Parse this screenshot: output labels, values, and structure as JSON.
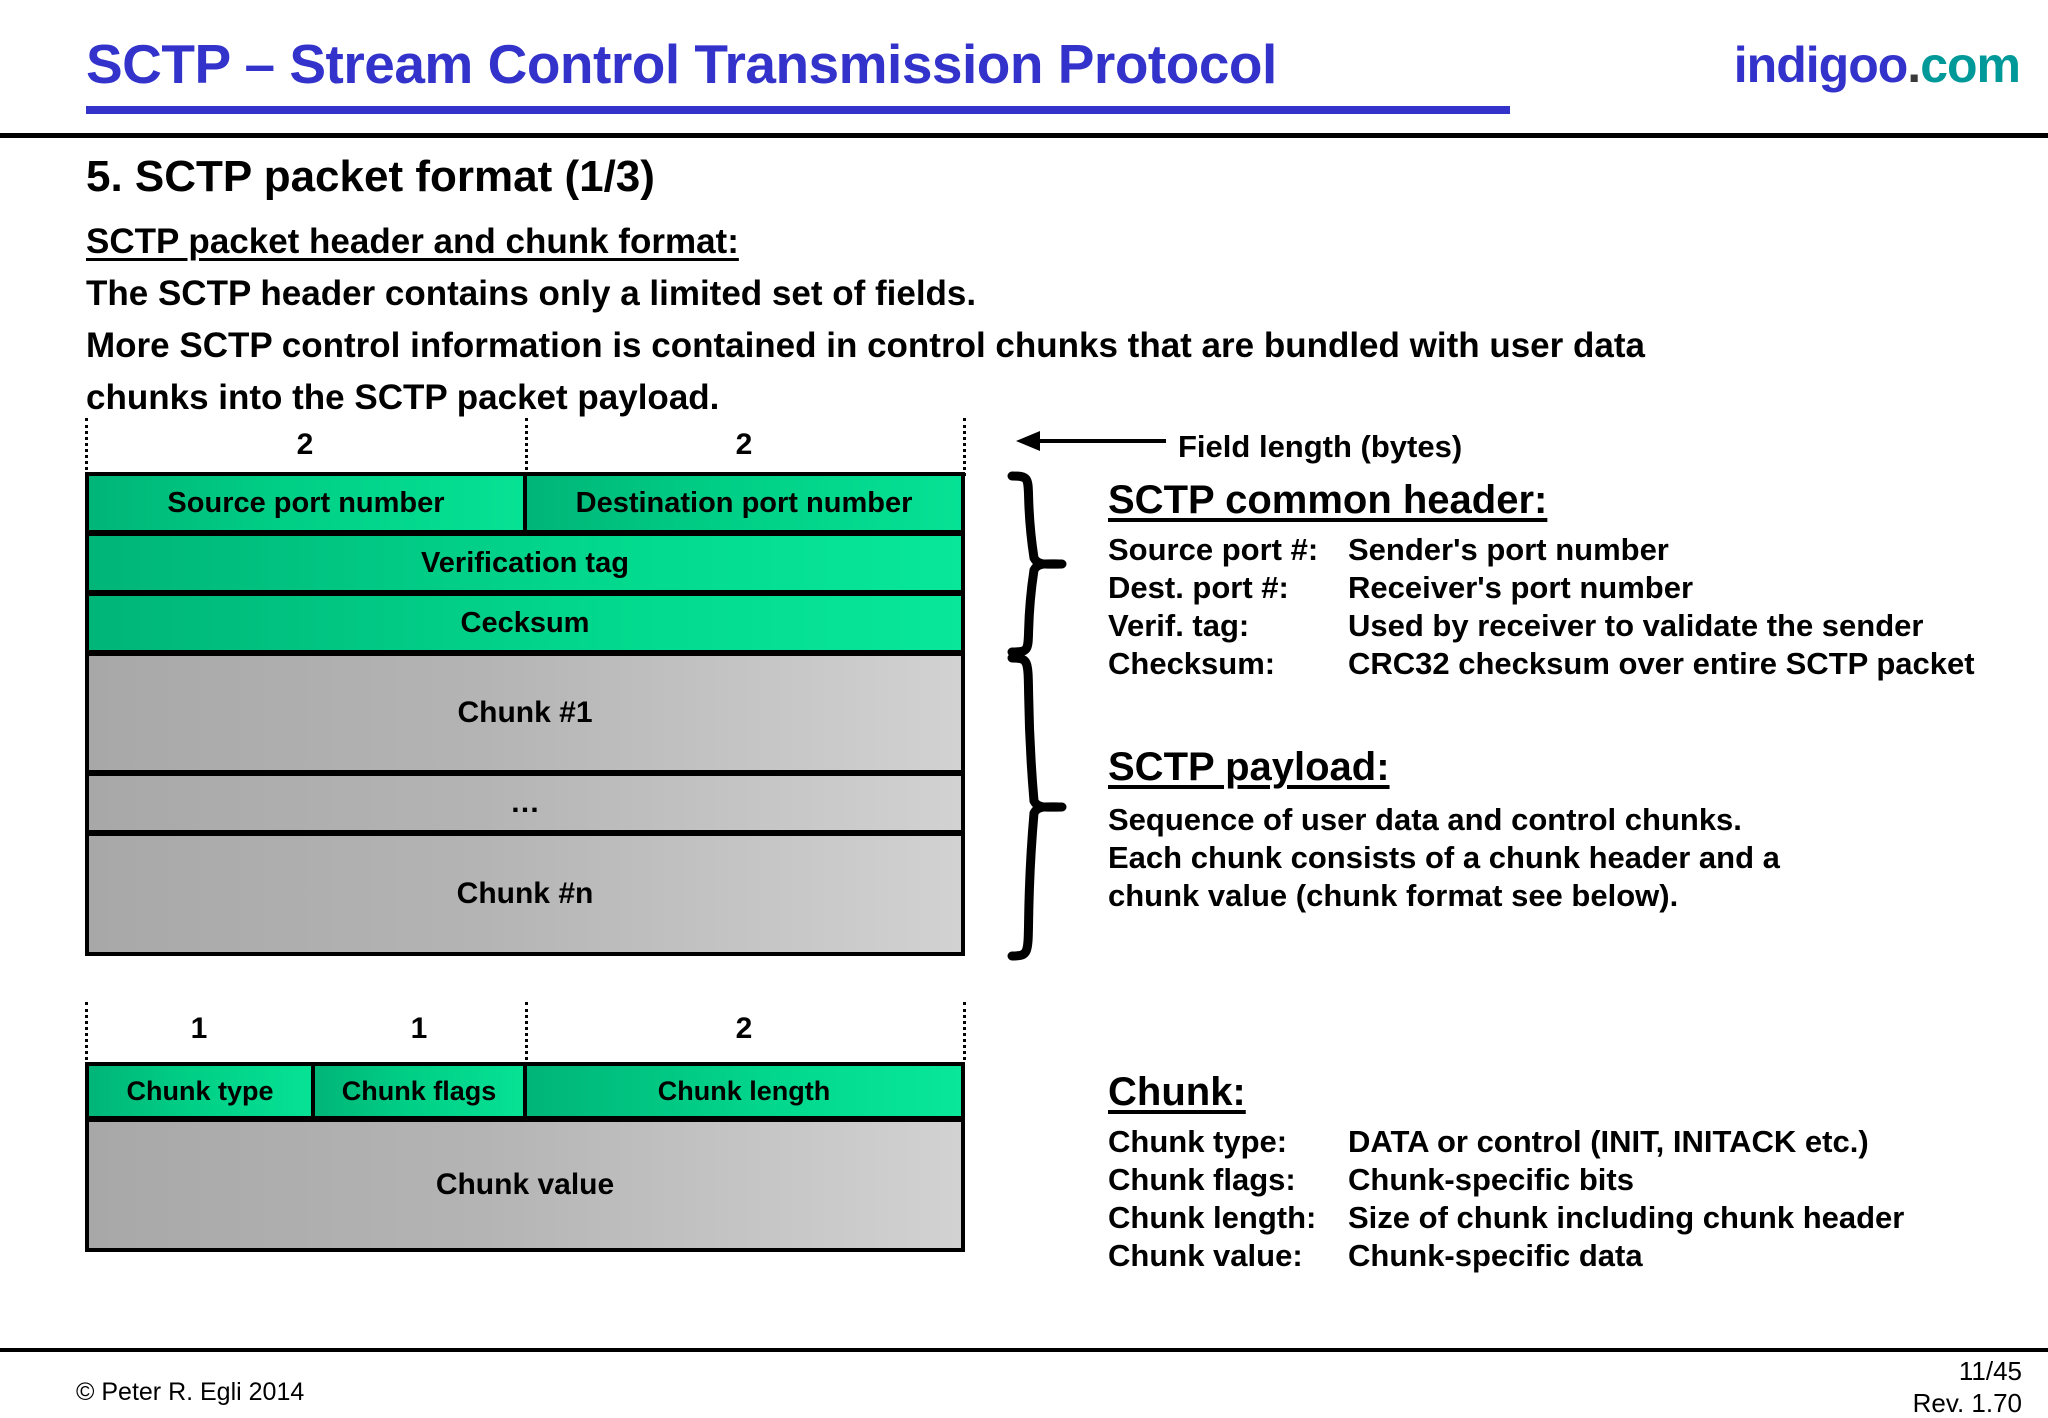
{
  "header": {
    "title": "SCTP – Stream Control Transmission Protocol",
    "brand_name": "indigoo",
    "brand_dot": ".",
    "brand_tld": "com",
    "title_color": "#3333CC",
    "brand_tld_color": "#009999"
  },
  "slide": {
    "section_heading": "5. SCTP packet format (1/3)",
    "subheading": "SCTP packet header and chunk format:",
    "body_lines": [
      "The SCTP header contains only a limited set of fields.",
      "More SCTP control information is contained in control chunks that are bundled with user data",
      "chunks into the SCTP packet payload."
    ]
  },
  "packet_diagram": {
    "field_length_label": "Field length (bytes)",
    "length_labels": [
      "2",
      "2"
    ],
    "rows": [
      {
        "cells": [
          {
            "label": "Source port number"
          },
          {
            "label": "Destination port number"
          }
        ]
      },
      {
        "cells": [
          {
            "label": "Verification tag"
          }
        ]
      },
      {
        "cells": [
          {
            "label": "Cecksum"
          }
        ]
      },
      {
        "cells": [
          {
            "label": "Chunk #1"
          }
        ]
      },
      {
        "cells": [
          {
            "label": "…"
          }
        ]
      },
      {
        "cells": [
          {
            "label": "Chunk #n"
          }
        ]
      }
    ]
  },
  "chunk_diagram": {
    "length_labels": [
      "1",
      "1",
      "2"
    ],
    "header_cells": [
      {
        "label": "Chunk type"
      },
      {
        "label": "Chunk flags"
      },
      {
        "label": "Chunk length"
      }
    ],
    "value_cell": {
      "label": "Chunk value"
    }
  },
  "common_header_block": {
    "title": "SCTP common header:",
    "rows": [
      {
        "key": "Source port #:",
        "value": "Sender's port number"
      },
      {
        "key": "Dest. port #:",
        "value": "Receiver's port number"
      },
      {
        "key": "Verif. tag:",
        "value": "Used by receiver to validate the sender"
      },
      {
        "key": "Checksum:",
        "value": "CRC32 checksum over entire SCTP packet"
      }
    ]
  },
  "payload_block": {
    "title": "SCTP payload:",
    "lines": [
      "Sequence of user data and control chunks.",
      "Each chunk consists of a chunk header and a",
      "chunk value (chunk format see below)."
    ]
  },
  "chunk_block": {
    "title": "Chunk:",
    "rows": [
      {
        "key": "Chunk type:",
        "value": "DATA or control (INIT, INITACK etc.)"
      },
      {
        "key": "Chunk flags:",
        "value": "Chunk-specific bits"
      },
      {
        "key": "Chunk length:",
        "value": "Size of chunk including chunk header"
      },
      {
        "key": "Chunk value:",
        "value": "Chunk-specific data"
      }
    ]
  },
  "footer": {
    "copyright": "© Peter R. Egli 2014",
    "page": "11/45",
    "revision": "Rev. 1.70"
  }
}
